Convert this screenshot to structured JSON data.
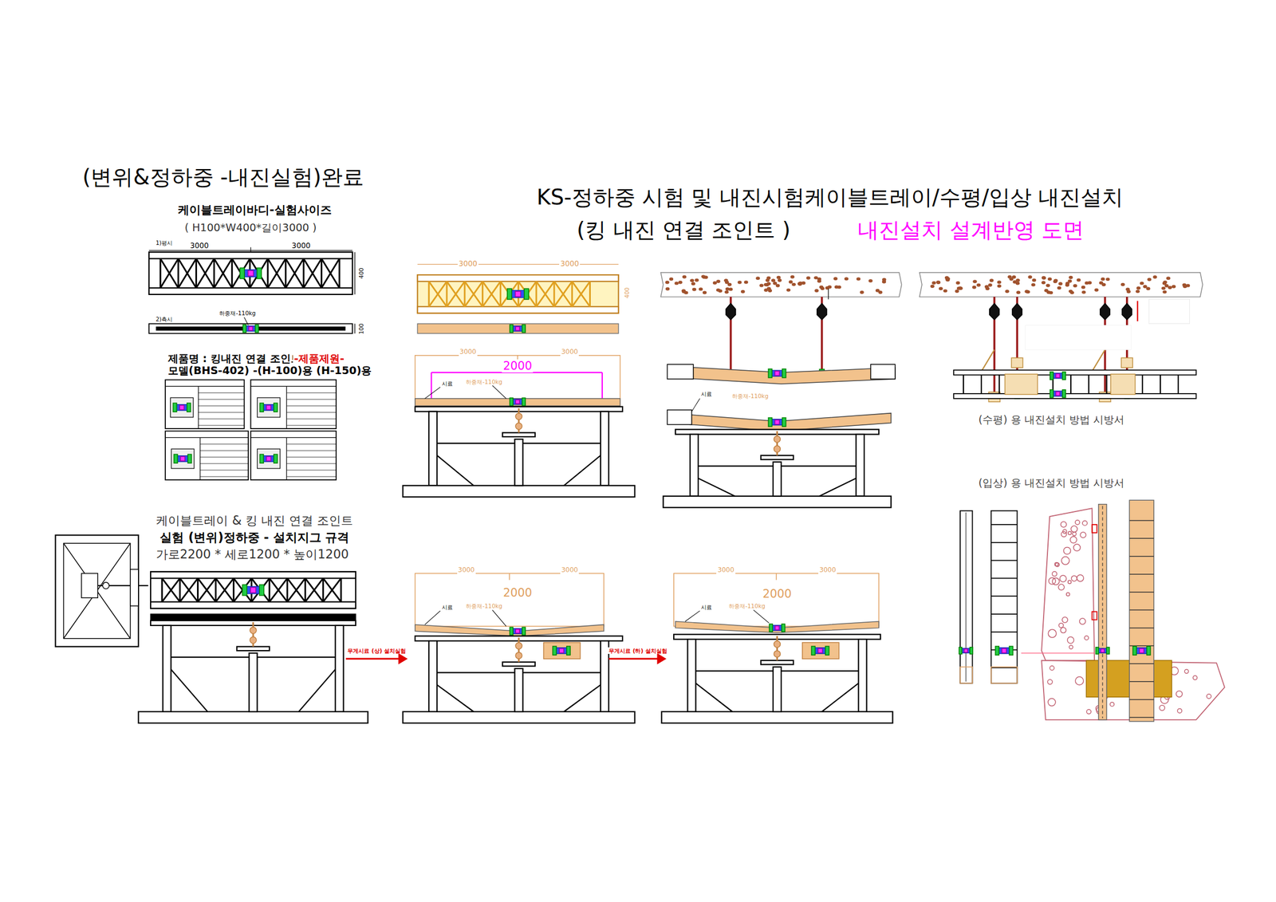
{
  "diagram": {
    "title": "KS-정하중 시험  및 내진시험케이블트레이/수평/입상 내진설치",
    "labels": [
      "(변위&정하중 -내진실험)완료",
      "케이블트레이바디-실험사이즈",
      "( H100*W400*길이3000 )",
      "1)평시",
      "3000",
      "3000",
      "400",
      "2)측시",
      "하중재-110kg",
      "100",
      "제품명 : 킹내진 연결 조인트",
      "-제품제원-",
      "모델(BHS-402) -(H-100)용 (H-150)용",
      "케이블트레이 & 킹 내진 연결 조인트",
      "실험 (변위)정하중 - 설치지그 규격",
      "가로2200 * 세로1200 * 높이1200",
      "3000",
      "3000",
      "400",
      "3000",
      "3000",
      "2000",
      "시료",
      "하중재-110kg",
      "시료",
      "하중재-110kg",
      "3000",
      "3000",
      "2000",
      "시료",
      "하중재-110kg",
      "무게시료 (상) 설치실험",
      "3000",
      "3000",
      "2000",
      "시료",
      "하중재-110kg",
      "무게시료 (하) 설치실험",
      "(수평) 용  내진설치 방법 시방서",
      "(입상) 용  내진설치 방법 시방서",
      "(킹 내진 연결 조인트 )",
      "내진설치 설계반영 도면"
    ]
  }
}
